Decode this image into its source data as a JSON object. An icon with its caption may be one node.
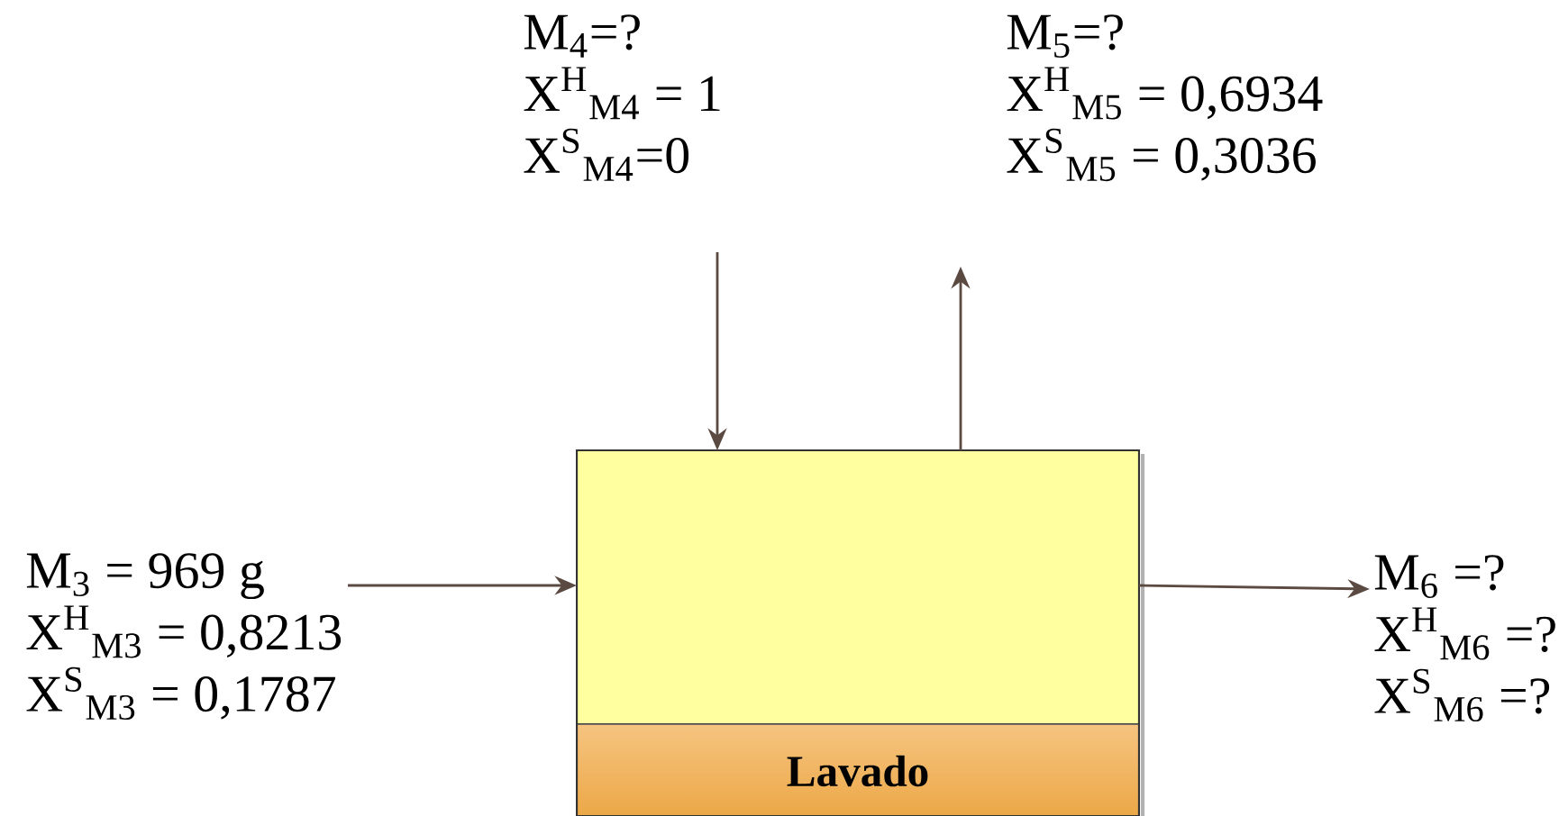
{
  "diagram": {
    "nodes": [
      {
        "text": [
          "Lavado"
        ]
      },
      {
        "text": [
          "M$_{3}$ = 969 g",
          "X$^{H}$$_{M3}$ = 0,8213",
          "X$^{S}$$_{M3}$ = 0,1787"
        ]
      },
      {
        "text": [
          "M$_{4}$=?",
          "X$^{H}$$_{M4}$ = 1",
          "X$^{S}$$_{M4}$=0"
        ]
      },
      {
        "text": [
          "M$_{5}$=?",
          "X$^{H}$$_{M5}$ = 0,6934",
          "X$^{S}$$_{M5}$ = 0,3036"
        ]
      },
      {
        "text": [
          "M$_{6}$ =?",
          "X$^{H}$$_{M6}$ =?",
          "X$^{S}$$_{M6}$ =?"
        ]
      }
    ],
    "edges": [
      {
        "from": 1,
        "to": 0,
        "arrow": "to"
      },
      {
        "from": 2,
        "to": 0,
        "arrow": "to"
      },
      {
        "from": 0,
        "to": 3,
        "arrow": "to"
      },
      {
        "from": 0,
        "to": 4,
        "arrow": "to"
      }
    ]
  }
}
